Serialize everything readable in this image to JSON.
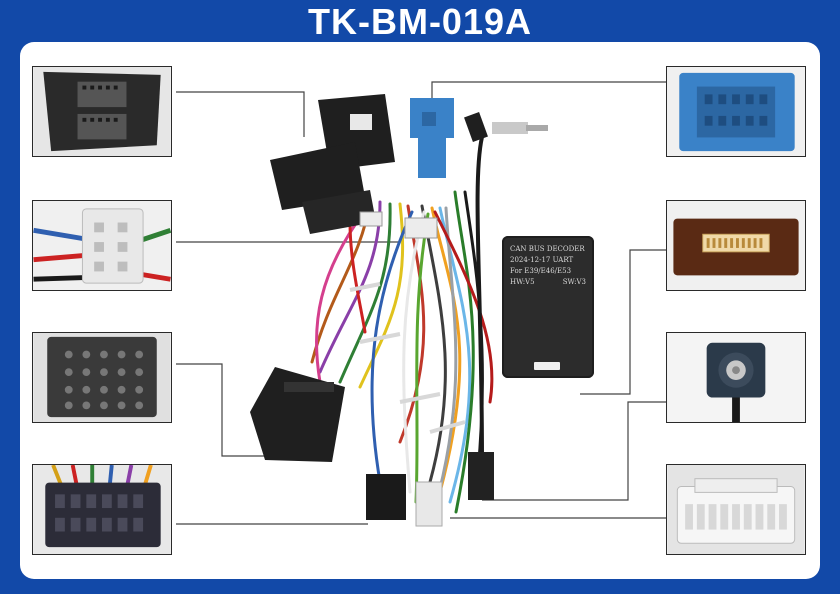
{
  "title": "TK-BM-019A",
  "decoder": {
    "line1": "CAN BUS DECODER",
    "line2": "2024-12-17 UART",
    "line3": "For  E39/E46/E53",
    "hw": "HW:V5",
    "sw": "SW:V3"
  },
  "colors": {
    "background": "#1249a8",
    "panel": "#ffffff",
    "connector_blue": "#3a82c8",
    "connector_black": "#1f1f1f"
  }
}
